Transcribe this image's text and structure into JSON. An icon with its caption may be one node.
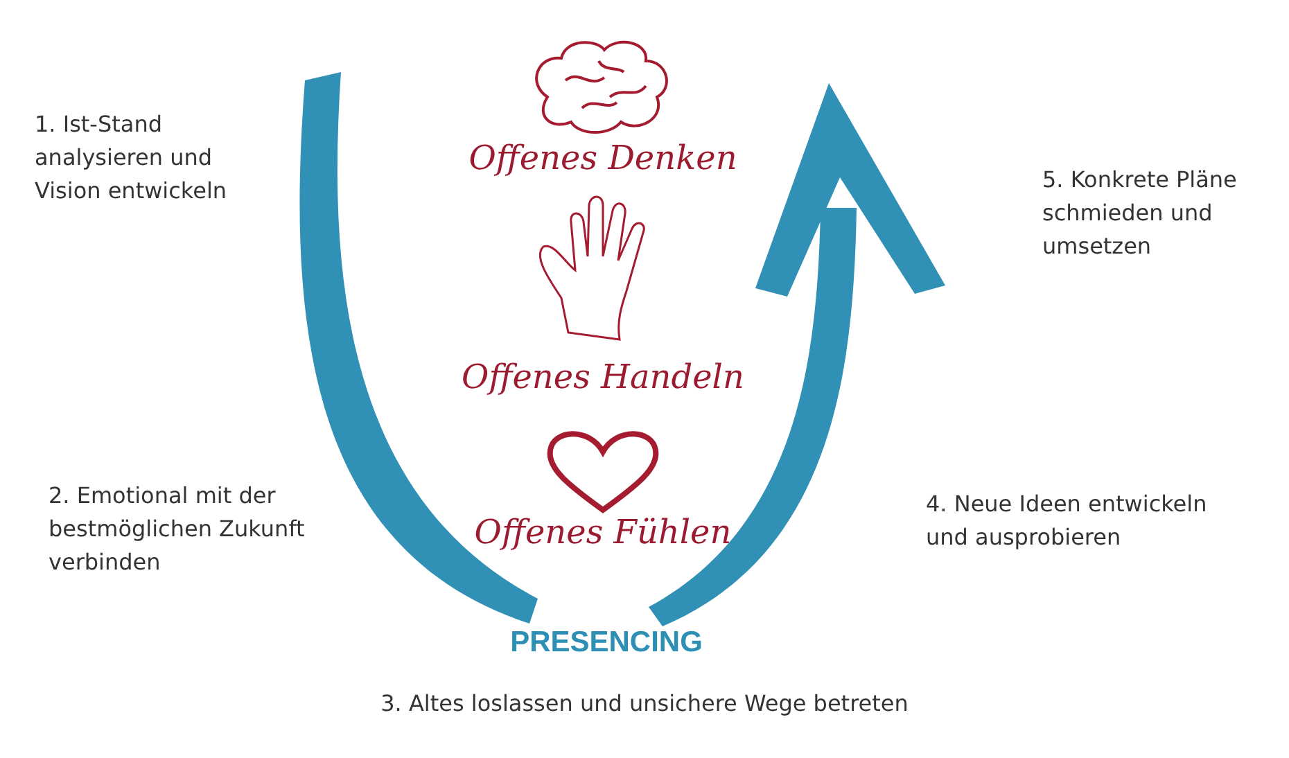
{
  "diagram": {
    "labels": [
      "Offenes Denken",
      "1. Ist-Stand analysieren und Vision entwickeln",
      "5. Konkrete Pläne schmieden und umsetzen",
      "Offenes Handeln",
      "Offenes Fühlen",
      "2. Emotional mit der bestmöglichen Zukunft verbinden",
      "4. Neue Ideen entwickeln und ausprobieren",
      "PRESENCING",
      "3. Altes loslassen und unsichere Wege betreten"
    ]
  }
}
